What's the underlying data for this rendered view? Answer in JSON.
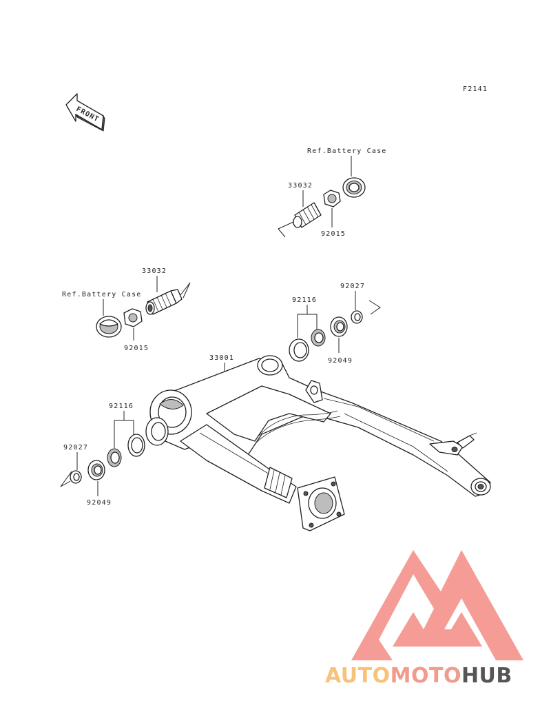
{
  "diagram": {
    "ref_code": "F2141",
    "front_label": "FRONT",
    "labels": {
      "ref_battery_case_top": "Ref.Battery Case",
      "p33032_top": "33032",
      "p92015_top": "92015",
      "p33032_mid": "33032",
      "ref_battery_case_mid": "Ref.Battery Case",
      "p92015_mid": "92015",
      "p92116_right": "92116",
      "p92027_right": "92027",
      "p92049_right": "92049",
      "p33001": "33001",
      "p92116_left": "92116",
      "p92027_left": "92027",
      "p92049_left": "92049"
    }
  },
  "watermark": {
    "text_auto": "AUTO",
    "text_moto": "MOTO",
    "text_hub": "HUB",
    "colors": {
      "auto": "#f7c27a",
      "moto": "#f29a8c",
      "hub": "#555555",
      "logo": "#f28b82"
    }
  }
}
